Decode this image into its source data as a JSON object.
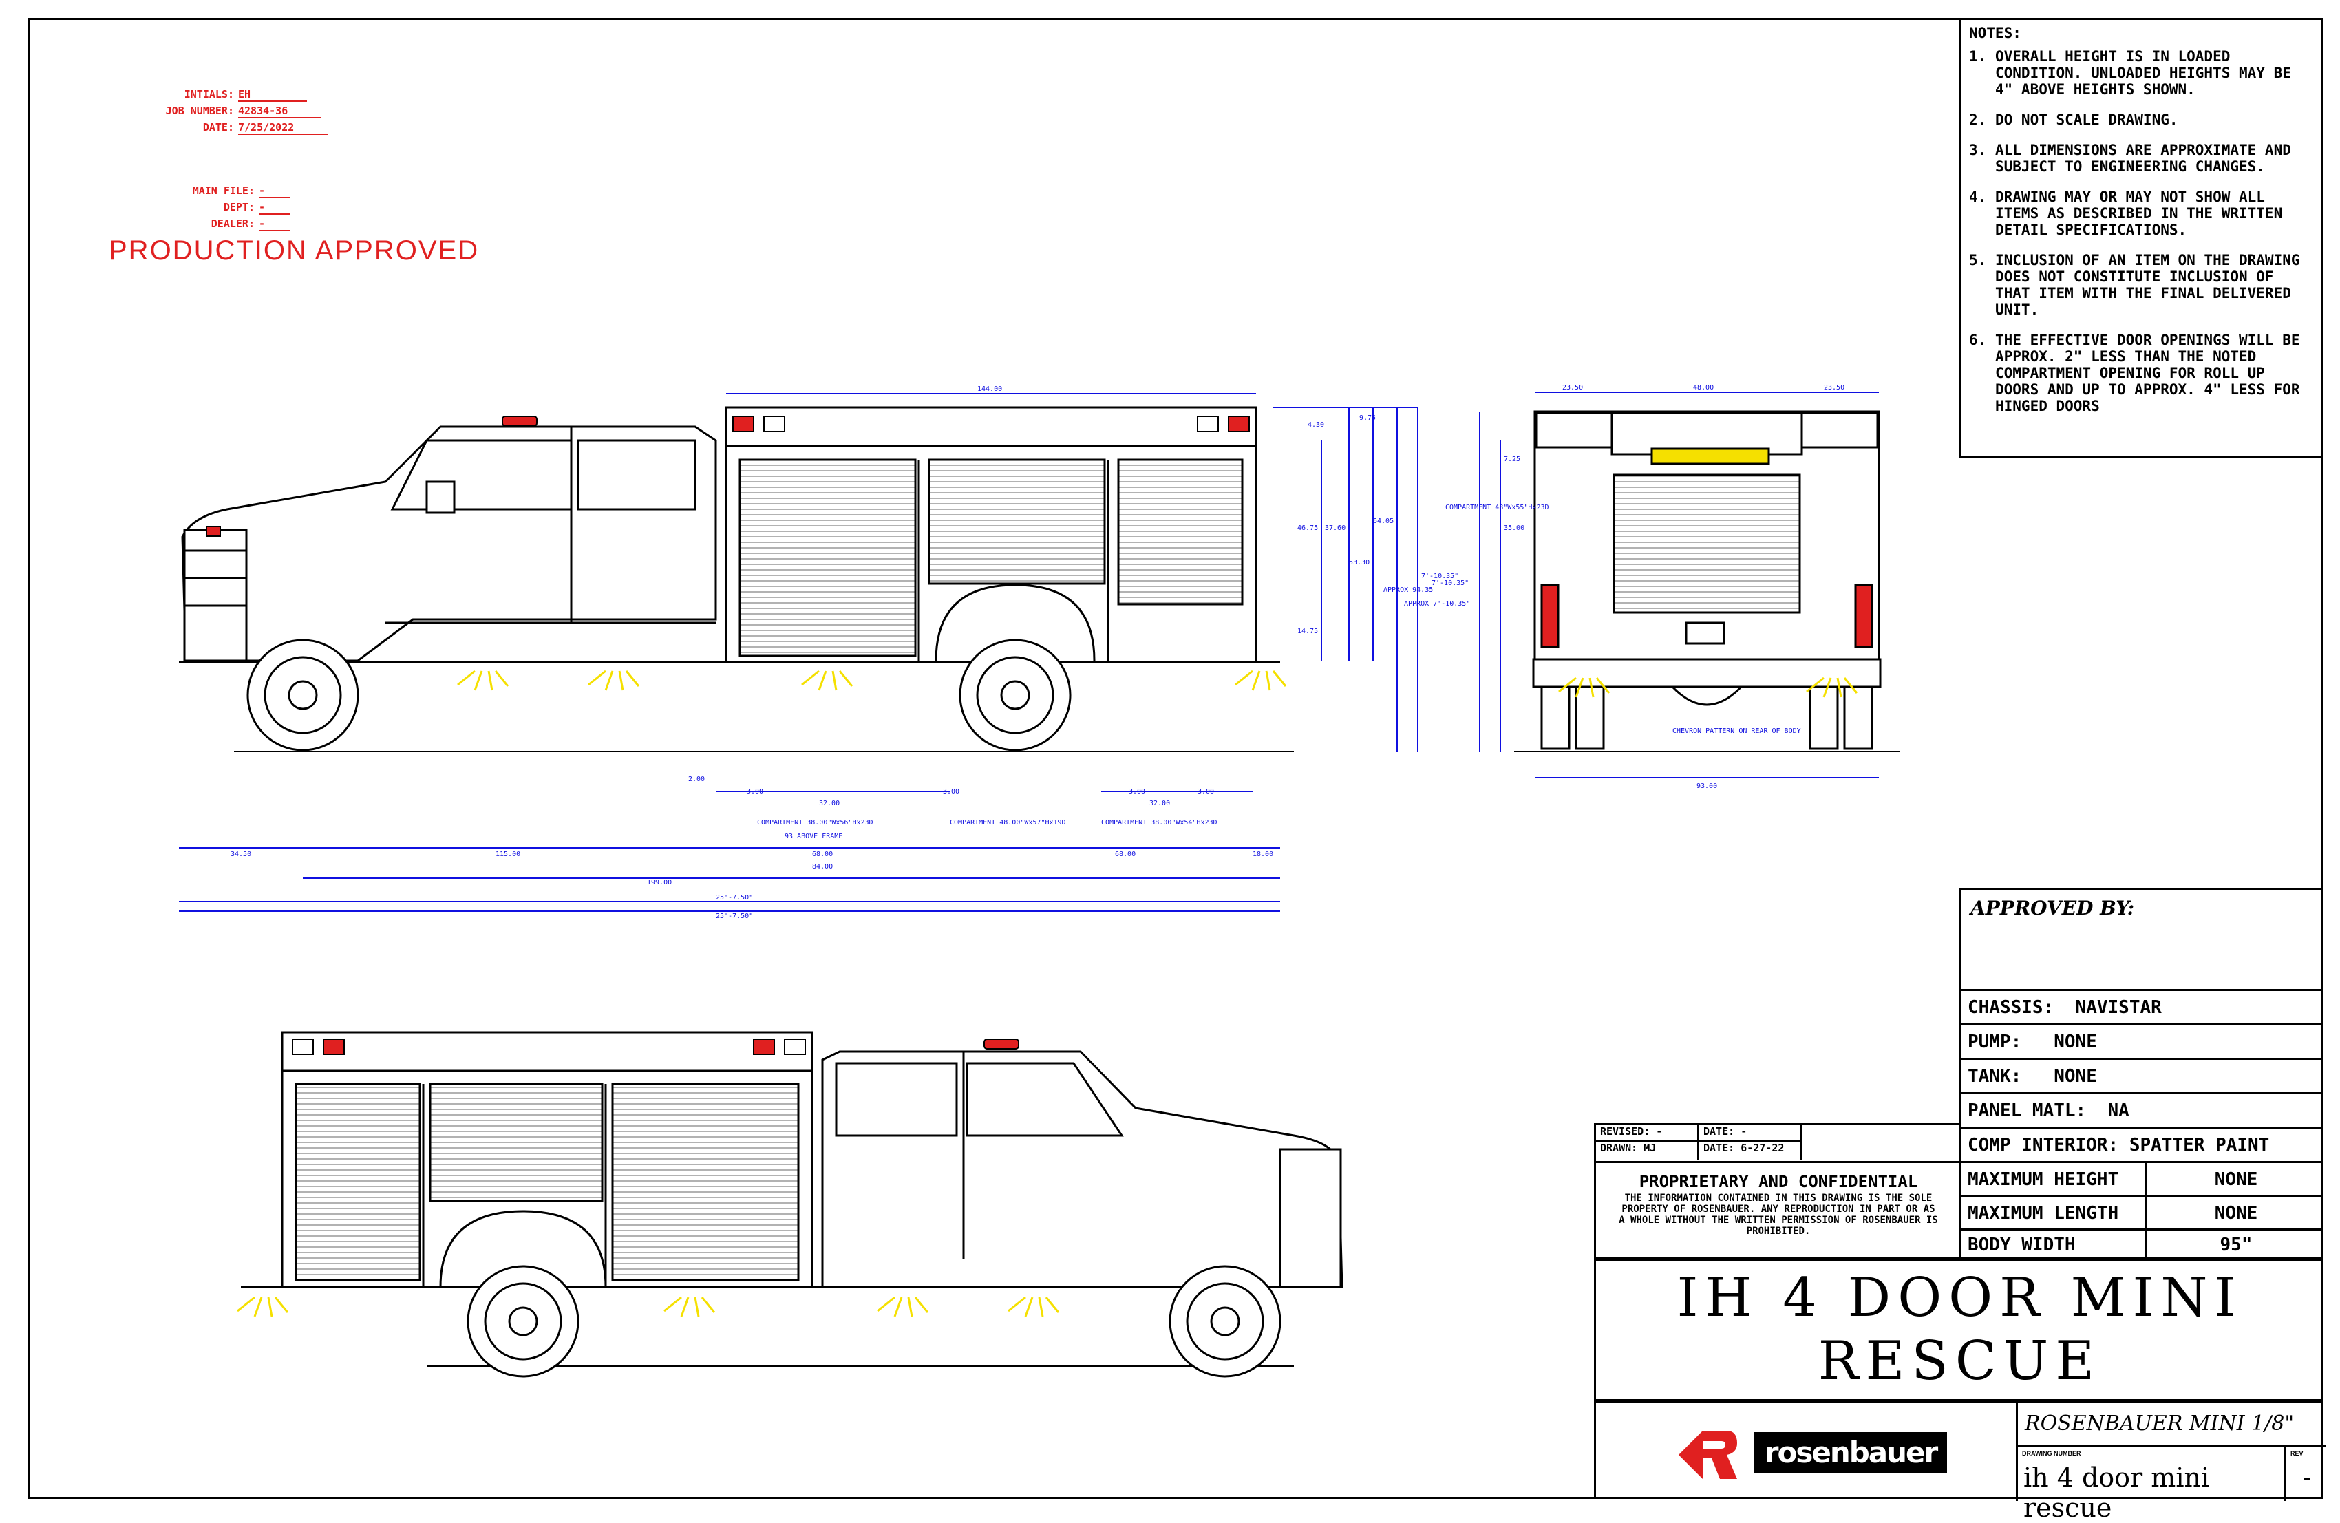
{
  "header": {
    "initials_label": "INTIALS:",
    "initials_value": "EH",
    "job_label": "JOB NUMBER:",
    "job_value": "42834-36",
    "date_label": "DATE:",
    "date_value": "7/25/2022",
    "main_file_label": "MAIN FILE:",
    "main_file_value": "-",
    "dept_label": "DEPT:",
    "dept_value": "-",
    "dealer_label": "DEALER:",
    "dealer_value": "-",
    "status": "PRODUCTION APPROVED"
  },
  "notes": {
    "title": "NOTES:",
    "items": [
      {
        "num": "1.",
        "text": "OVERALL HEIGHT IS IN LOADED CONDITION. UNLOADED HEIGHTS MAY BE 4\" ABOVE HEIGHTS SHOWN."
      },
      {
        "num": "2.",
        "text": "DO NOT SCALE DRAWING."
      },
      {
        "num": "3.",
        "text": "ALL DIMENSIONS ARE APPROXIMATE AND SUBJECT TO ENGINEERING CHANGES."
      },
      {
        "num": "4.",
        "text": "DRAWING MAY OR MAY NOT SHOW ALL ITEMS AS DESCRIBED IN THE WRITTEN DETAIL SPECIFICATIONS."
      },
      {
        "num": "5.",
        "text": "INCLUSION OF AN ITEM ON THE DRAWING DOES NOT CONSTITUTE INCLUSION OF THAT ITEM WITH THE FINAL DELIVERED UNIT."
      },
      {
        "num": "6.",
        "text": "THE EFFECTIVE DOOR OPENINGS WILL BE APPROX. 2\" LESS THAN THE NOTED COMPARTMENT OPENING FOR ROLL UP DOORS AND UP TO APPROX. 4\" LESS FOR HINGED DOORS"
      }
    ]
  },
  "specs": {
    "approved_by": "APPROVED BY:",
    "chassis_label": "CHASSIS:",
    "chassis_value": "NAVISTAR",
    "pump_label": "PUMP:",
    "pump_value": "NONE",
    "tank_label": "TANK:",
    "tank_value": "NONE",
    "panel_label": "PANEL MATL:",
    "panel_value": "NA",
    "comp_label": "COMP INTERIOR:",
    "comp_value": "SPATTER PAINT",
    "max_height_label": "MAXIMUM HEIGHT",
    "max_height_value": "NONE",
    "max_length_label": "MAXIMUM LENGTH",
    "max_length_value": "NONE",
    "body_width_label": "BODY WIDTH",
    "body_width_value": "95\""
  },
  "revision": {
    "revised_label": "REVISED:",
    "revised_value": "-",
    "drawn_label": "DRAWN:",
    "drawn_value": "MJ",
    "date1_label": "DATE:",
    "date1_value": "-",
    "date2_label": "DATE:",
    "date2_value": "6-27-22"
  },
  "confidential": {
    "heading": "PROPRIETARY AND CONFIDENTIAL",
    "body": "THE INFORMATION CONTAINED IN THIS DRAWING IS THE SOLE PROPERTY OF ROSENBAUER. ANY REPRODUCTION IN PART OR AS A WHOLE WITHOUT THE WRITTEN PERMISSION OF ROSENBAUER IS PROHIBITED."
  },
  "title": {
    "line1": "IH 4 DOOR MINI",
    "line2": "RESCUE"
  },
  "footer": {
    "brand": "rosenbauer",
    "scale_text": "ROSENBAUER MINI 1/8\"",
    "drawing_number_label": "DRAWING NUMBER",
    "drawing_number": "ih 4 door mini rescue",
    "rev_label": "REV",
    "rev_value": "-"
  },
  "dimensions": {
    "top_body": "144.00",
    "d_4_30": "4.30",
    "d_9_75": "9.75",
    "d_46_75": "46.75",
    "d_37_60": "37.60",
    "d_53_30": "53.30",
    "d_14_75": "14.75",
    "d_64_05": "64.05",
    "approx1": "APPROX 94.35",
    "approx2": "APPROX 7'-10.35\"",
    "overall_h": "7'-10.35\"",
    "d_2_00": "2.00",
    "d_3_00a": "3.00",
    "d_32_00a": "32.00",
    "d_3_00b": "3.00",
    "d_3_00c": "3.00",
    "d_32_00b": "32.00",
    "d_3_00d": "3.00",
    "comp1": "COMPARTMENT 38.00\"Wx56\"Hx23D",
    "comp1b": "93 ABOVE FRAME",
    "comp2": "COMPARTMENT 48.00\"Wx57\"Hx19D",
    "comp3": "COMPARTMENT 38.00\"Wx54\"Hx23D",
    "d_68_00a": "68.00",
    "d_68_00b": "68.00",
    "d_34_50": "34.50",
    "d_115_00": "115.00",
    "d_84_00": "84.00",
    "d_18_00": "18.00",
    "d_199_00": "199.00",
    "overall_a": "25'-7.50\"",
    "overall_b": "25'-7.50\"",
    "rear_23_50a": "23.50",
    "rear_48_00": "48.00",
    "rear_23_50b": "23.50",
    "rear_7_25": "7.25",
    "rear_comp": "COMPARTMENT 48\"Wx55\"Hx23D",
    "rear_35_00": "35.00",
    "rear_h": "7'-10.35\"",
    "rear_width": "93.00",
    "chevron": "CHEVRON PATTERN ON REAR OF BODY"
  },
  "colors": {
    "accent_red": "#e02020",
    "dim_blue": "#1010e0",
    "light_yellow": "#f5e000"
  }
}
